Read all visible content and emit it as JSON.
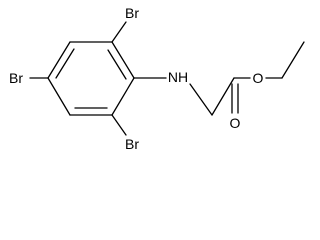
{
  "molecule": {
    "atoms": {
      "br_top": "Br",
      "br_left": "Br",
      "br_bottom": "Br",
      "nh": "NH",
      "o_ether": "O",
      "o_carbonyl": "O"
    }
  }
}
